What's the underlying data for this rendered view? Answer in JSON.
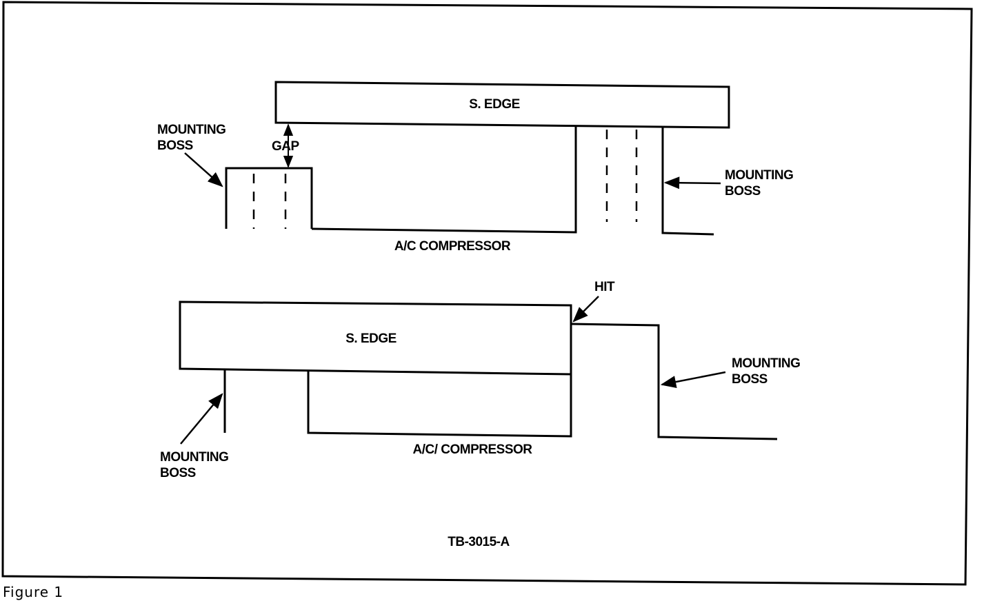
{
  "figure": {
    "caption": "Figure 1",
    "code": "TB-3015-A"
  },
  "top_view": {
    "s_edge": "S. EDGE",
    "gap": "GAP",
    "compressor": "A/C COMPRESSOR",
    "left_boss": [
      "MOUNTING",
      "BOSS"
    ],
    "right_boss": [
      "MOUNTING",
      "BOSS"
    ]
  },
  "bottom_view": {
    "s_edge": "S. EDGE",
    "hit": "HIT",
    "compressor": "A/C/ COMPRESSOR",
    "left_boss": [
      "MOUNTING",
      "BOSS"
    ],
    "right_boss": [
      "MOUNTING",
      "BOSS"
    ]
  }
}
